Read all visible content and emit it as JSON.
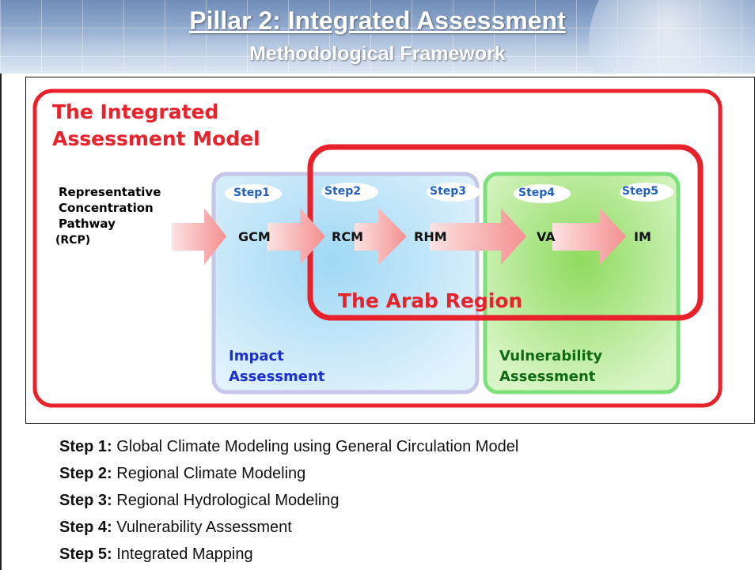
{
  "header": {
    "title": "Pillar 2: Integrated Assessment",
    "subtitle": "Methodological Framework"
  },
  "diagram": {
    "model_title_line1": "The Integrated",
    "model_title_line2": "Assessment Model",
    "input": {
      "line1": "Representative",
      "line2": "Concentration",
      "line3": "Pathway",
      "line4": "(RCP)"
    },
    "steps": [
      {
        "tag": "Step1",
        "model": "GCM"
      },
      {
        "tag": "Step2",
        "model": "RCM"
      },
      {
        "tag": "Step3",
        "model": "RHM"
      },
      {
        "tag": "Step4",
        "model": "VA"
      },
      {
        "tag": "Step5",
        "model": "IM"
      }
    ],
    "region_label": "The Arab Region",
    "impact_label_line1": "Impact",
    "impact_label_line2": "Assessment",
    "vulnerability_label_line1": "Vulnerability",
    "vulnerability_label_line2": "Assessment",
    "colors": {
      "outer_border": "#e8212b",
      "impact_fill": "#bfe3f7",
      "vulnerability_fill": "#b6e99c",
      "arrow": "#f7a8a8",
      "step_tag": "#2060c0"
    }
  },
  "legend": [
    {
      "label": "Step 1:",
      "text": "Global Climate Modeling using General Circulation Model"
    },
    {
      "label": "Step 2:",
      "text": "Regional Climate Modeling"
    },
    {
      "label": "Step 3:",
      "text": "Regional Hydrological Modeling"
    },
    {
      "label": "Step 4:",
      "text": "Vulnerability Assessment"
    },
    {
      "label": "Step 5:",
      "text": "Integrated Mapping"
    }
  ]
}
